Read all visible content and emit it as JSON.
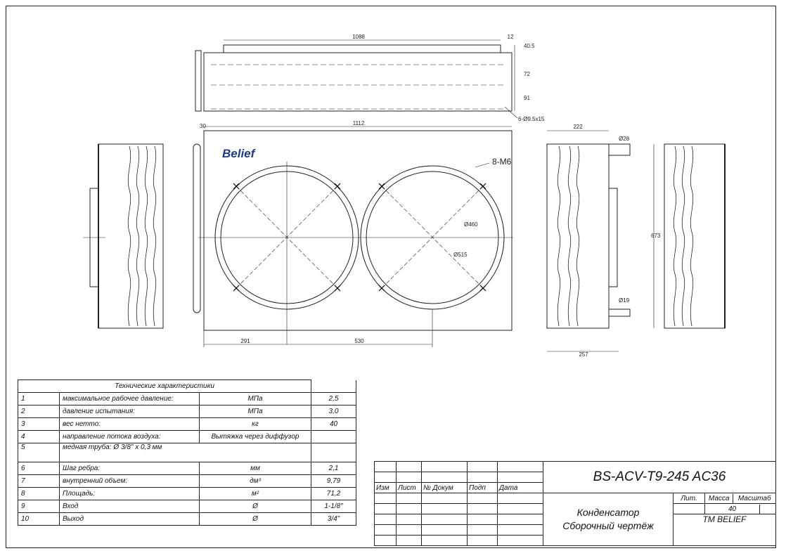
{
  "drawing": {
    "labels": {
      "top_width": "1088",
      "top_right_small": "12",
      "top_right_h": "40.5",
      "top_dim_72": "72",
      "top_dim_91": "91",
      "holes": "6-Ø9.5x15",
      "front_left": "30",
      "front_width": "1112",
      "mount": "8-M6",
      "d_fan_inner": "Ø460",
      "d_fan_outer": "Ø515",
      "bottom_left": "291",
      "bottom_mid": "530",
      "side_width": "222",
      "side_bottom": "257",
      "side_height": "673",
      "pipe_top": "Ø28",
      "pipe_bottom": "Ø19",
      "logo_text": "Belief"
    }
  },
  "spec": {
    "title": "Технические характеристики",
    "rows": [
      {
        "n": "1",
        "name": "максимальное рабочее давление:",
        "unit": "МПа",
        "value": "2,5"
      },
      {
        "n": "2",
        "name": "давление испытания:",
        "unit": "МПа",
        "value": "3,0"
      },
      {
        "n": "3",
        "name": "вес нетто:",
        "unit": "кг",
        "value": "40"
      },
      {
        "n": "4",
        "name": "направление потока воздуха:",
        "unit": "Вытяжка через диффузор",
        "value": ""
      },
      {
        "n": "5",
        "name": "медная труба: Ø 3/8\" х 0,3 мм",
        "unit": "",
        "value": ""
      },
      {
        "n": "6",
        "name": "Шаг ребра:",
        "unit": "мм",
        "value": "2,1"
      },
      {
        "n": "7",
        "name": "внутренний объем:",
        "unit": "дм³",
        "value": "9,79"
      },
      {
        "n": "8",
        "name": "Площадь:",
        "unit": "м²",
        "value": "71,2"
      },
      {
        "n": "9",
        "name": "Вход",
        "unit": "Ø",
        "value": "1-1/8\""
      },
      {
        "n": "10",
        "name": "Выход",
        "unit": "Ø",
        "value": "3/4\""
      }
    ]
  },
  "title_block": {
    "designation": "BS-ACV-T9-245 AC36",
    "headers": {
      "izm": "Изм",
      "list": "Лист",
      "doc": "№ Докум",
      "sign": "Подп",
      "date": "Дата"
    },
    "name_line1": "Конденсатор",
    "name_line2": "Сборочный чертёж",
    "lit": "Лит.",
    "mass_label": "Масса",
    "scale_label": "Масштаб",
    "mass_value": "40",
    "company": "TM BELIEF"
  }
}
